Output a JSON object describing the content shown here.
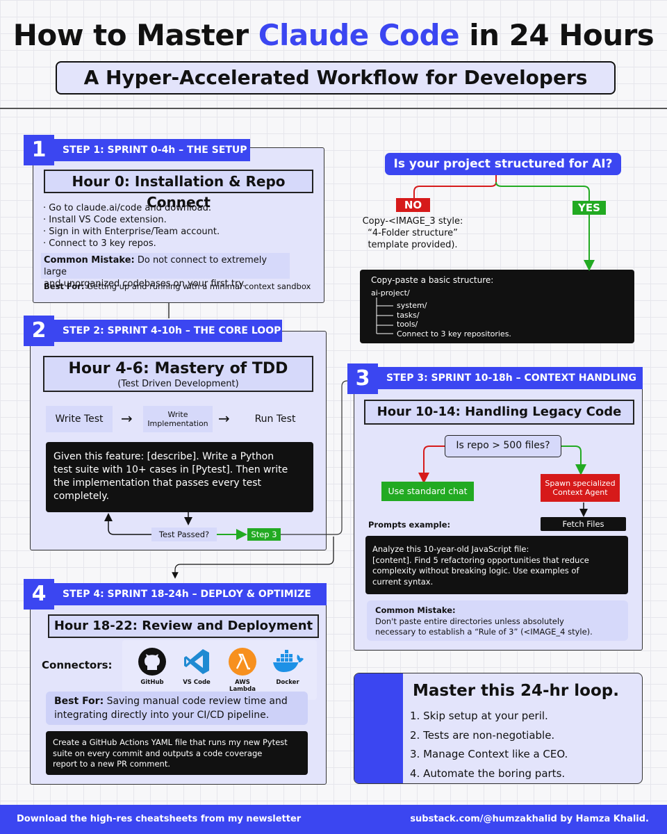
{
  "header": {
    "title_pre": "How to Master ",
    "title_accent": "Claude Code",
    "title_post": " in 24 Hours",
    "subtitle": "A Hyper-Accelerated Workflow for Developers"
  },
  "colors": {
    "accent": "#3b46f1",
    "panel": "#e3e4fb",
    "green": "#22aa22",
    "red": "#d61a1a"
  },
  "step1": {
    "number": "1",
    "bar": "STEP 1: SPRINT 0-4h – THE SETUP",
    "hour_title": "Hour 0: Installation & Repo Connect",
    "items": [
      "· Go to claude.ai/code and download.",
      "· Install VS Code extension.",
      "· Sign in with Enterprise/Team account.",
      "· Connect to 3 key repos."
    ],
    "mistake_label": "Common Mistake:",
    "mistake_line1": " Do not connect to extremely large",
    "mistake_line2": "and unorganized codebases on your first try.",
    "best_label": "Best For:",
    "best_text": " Getting up and running with a minimal context sandbox"
  },
  "flow_ai": {
    "question": "Is your project structured for AI?",
    "no_label": "NO",
    "yes_label": "YES",
    "no_text_lines": [
      "Copy-<IMAGE_3 style:",
      "“4-Folder structure”",
      "template provided)."
    ],
    "code_title": "Copy-paste a basic structure:",
    "code_root": "ai-project/",
    "code_items": [
      "system/",
      "tasks/",
      "tools/",
      "Connect to 3 key repositories."
    ]
  },
  "step2": {
    "number": "2",
    "bar": "STEP 2: SPRINT 4-10h – THE CORE LOOP",
    "hour_title": "Hour 4-6: Mastery of TDD",
    "hour_sub": "(Test Driven Development)",
    "flow": {
      "write_test": "Write Test",
      "write_impl_1": "Write",
      "write_impl_2": "Implementation",
      "run_test": "Run Test",
      "arrow": "→"
    },
    "prompt_lines": [
      "Given this feature: [describe]. Write a Python",
      "test suite with 10+ cases in [Pytest]. Then write",
      "the implementation that passes every test",
      "completely."
    ],
    "test_passed": "Test Passed?",
    "next_step": "Step 3"
  },
  "step3": {
    "number": "3",
    "bar": "STEP 3: SPRINT 10-18h – CONTEXT HANDLING",
    "hour_title": "Hour 10-14: Handling Legacy Code",
    "question": "Is repo > 500 files?",
    "standard_chat": "Use standard chat",
    "spawn_1": "Spawn specialized",
    "spawn_2": "Context Agent",
    "fetch_files": "Fetch Files",
    "prompts_label": "Prompts example:",
    "prompt_lines": [
      "Analyze this 10-year-old JavaScript file:",
      "[content]. Find 5 refactoring opportunities that reduce",
      "complexity without breaking logic. Use examples of",
      "current syntax."
    ],
    "mistake_label": "Common Mistake:",
    "mistake_lines": [
      "Don't paste entire directories unless absolutely",
      "necessary to establish a “Rule of 3” (<IMAGE_4 style)."
    ]
  },
  "step4": {
    "number": "4",
    "bar": "STEP 4: SPRINT 18-24h – DEPLOY & OPTIMIZE",
    "hour_title": "Hour 18-22: Review and Deployment",
    "connectors_label": "Connectors:",
    "connectors": [
      {
        "name": "GitHub",
        "icon": "github-icon"
      },
      {
        "name": "VS Code",
        "icon": "vscode-icon"
      },
      {
        "name": "AWS Lambda",
        "icon": "aws-lambda-icon"
      },
      {
        "name": "Docker",
        "icon": "docker-icon"
      }
    ],
    "best_label": "Best For:",
    "best_line1": " Saving manual code review time and",
    "best_line2": "integrating directly into your CI/CD pipeline.",
    "prompt_lines": [
      "Create a GitHub Actions YAML file that runs my new Pytest",
      "suite on every commit and outputs a code coverage",
      "report to a new PR comment."
    ]
  },
  "summary": {
    "title": "Master this 24-hr loop.",
    "items": [
      "1. Skip setup at your peril.",
      "2. Tests are non-negotiable.",
      "3. Manage Context like a CEO.",
      "4. Automate the boring parts."
    ]
  },
  "footer": {
    "left": "Download the high-res cheatsheets from my newsletter",
    "right": "substack.com/@humzakhalid by Hamza Khalid."
  }
}
